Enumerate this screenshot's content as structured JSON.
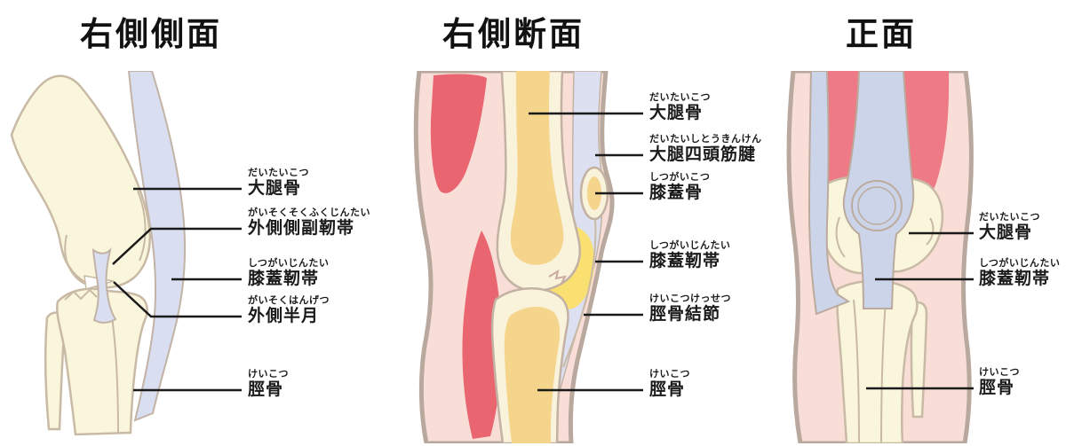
{
  "colors": {
    "bone_cream": "#FAF6DC",
    "bone_outline": "#C9BAA5",
    "ligament_lavender": "#D9DEF0",
    "skin_pink": "#F8DED6",
    "muscle_red": "#E96570",
    "muscle_red_light": "#ED7A84",
    "marrow_orange": "#F5D48C",
    "fat_yellow": "#F9E070",
    "leader_line": "#1A1A1A",
    "background": "#FFFFFF"
  },
  "diagrams": [
    {
      "title": "右側側面",
      "labels": [
        {
          "furigana": "だいたいこつ",
          "kanji": "大腿骨"
        },
        {
          "furigana": "がいそくそくふくじんたい",
          "kanji": "外側側副靭帯"
        },
        {
          "furigana": "しつがいじんたい",
          "kanji": "膝蓋靭帯"
        },
        {
          "furigana": "がいそくはんげつ",
          "kanji": "外側半月"
        },
        {
          "furigana": "けいこつ",
          "kanji": "脛骨"
        }
      ]
    },
    {
      "title": "右側断面",
      "labels": [
        {
          "furigana": "だいたいこつ",
          "kanji": "大腿骨"
        },
        {
          "furigana": "だいたいしとうきんけん",
          "kanji": "大腿四頭筋腱"
        },
        {
          "furigana": "しつがいこつ",
          "kanji": "膝蓋骨"
        },
        {
          "furigana": "しつがいじんたい",
          "kanji": "膝蓋靭帯"
        },
        {
          "furigana": "けいこつけっせつ",
          "kanji": "脛骨結節"
        },
        {
          "furigana": "けいこつ",
          "kanji": "脛骨"
        }
      ]
    },
    {
      "title": "正面",
      "labels": [
        {
          "furigana": "だいたいこつ",
          "kanji": "大腿骨"
        },
        {
          "furigana": "しつがいじんたい",
          "kanji": "膝蓋靭帯"
        },
        {
          "furigana": "けいこつ",
          "kanji": "脛骨"
        }
      ]
    }
  ]
}
